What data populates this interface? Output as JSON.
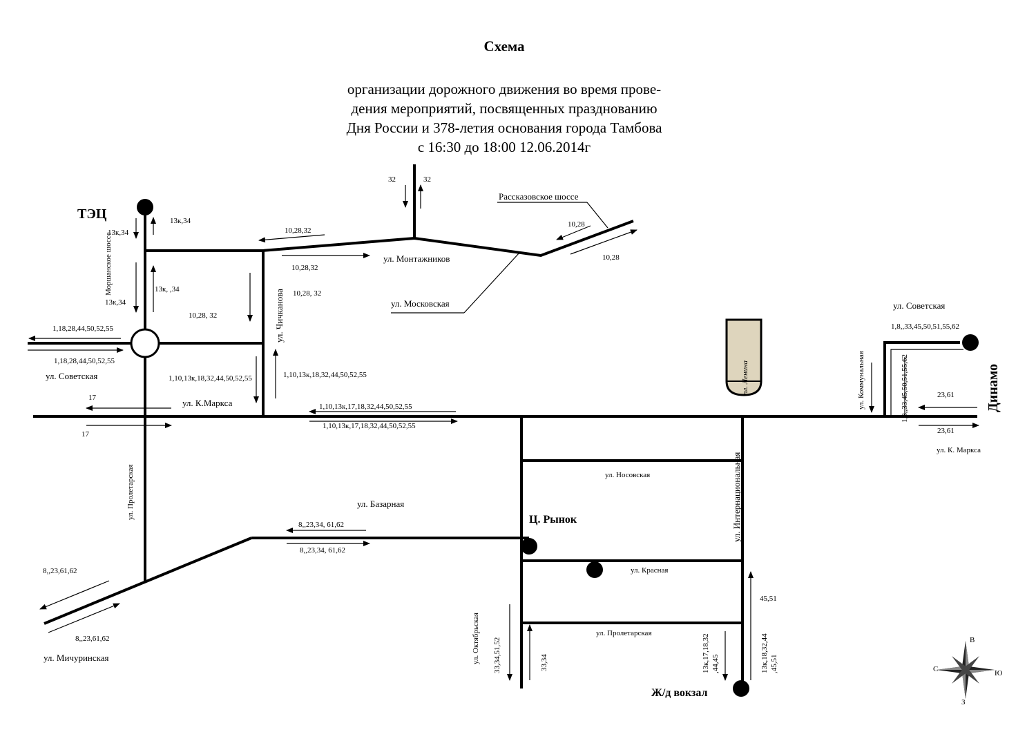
{
  "header": {
    "title": "Схема",
    "subtitle_lines": [
      "организации дорожного движения во время прове-",
      "дения мероприятий, посвященных празднованию",
      "Дня России и 378-летия основания города Тамбова",
      "с 16:30 до 18:00  12.06.2014г"
    ]
  },
  "stops": {
    "tec": "ТЭЦ",
    "dinamo": "Динамо",
    "market": "Ц. Рынок",
    "station": "Ж/д вокзал"
  },
  "streets": {
    "montazhnikov": "ул. Монтажников",
    "moskovskaya": "ул. Московская",
    "rasskazovskoe": "Рассказовское шоссе",
    "morshanskoe": "Моршанское шоссе",
    "sovetskaya_left": "ул. Советская",
    "sovetskaya_right": "ул. Советская",
    "k_marksa_left": "ул. К.Маркса",
    "k_marksa_right": "ул. К. Маркса",
    "chichkanova": "ул. Чичканова",
    "proletarskaya_v": "ул. Пролетарская",
    "bazarnaya": "ул. Базарная",
    "michurinskaya": "ул. Мичуринская",
    "nosovskaya": "ул. Носовская",
    "krasnaya": "ул. Красная",
    "proletarskaya_h": "ул. Пролетарская",
    "oktyabrskaya": "ул. Октябрьская",
    "internatsionalnaya": "ул. Интернациональная",
    "kommunalnaya": "ул. Коммунальная",
    "lenin_square": "пл. Ленина"
  },
  "routes": {
    "r32": "32",
    "r13k34": "13к,34",
    "r13k34b": "13к, ,34",
    "r102832": "10,28,32",
    "r1028_32": "10,28, 32",
    "r1028": "10,28",
    "sov1": "1,18,28,44,50,52,55",
    "chich1": "1,10,13к,18,32,44,50,52,55",
    "km1": "1,10,13к,17,18,32,44,50,52,55",
    "r17": "17",
    "baz": "8,,23,34, 61,62",
    "mich": "8,,23,61,62",
    "dinamo_a": "1,8,,33,45,50,51,55,62",
    "dinamo_b": "1,8,,33,45,50,51,55,62",
    "r2361": "23,61",
    "okt_a": "33,34,51,52",
    "okt_b": "33,34",
    "int_a": "13к,17,18,32",
    "int_a2": ",44,45",
    "int_b": "13к,18,32,44",
    "int_b2": ",45,51",
    "r4551": "45,51"
  },
  "compass": {
    "n": "С",
    "e": "В",
    "s": "Ю",
    "w": "З"
  }
}
